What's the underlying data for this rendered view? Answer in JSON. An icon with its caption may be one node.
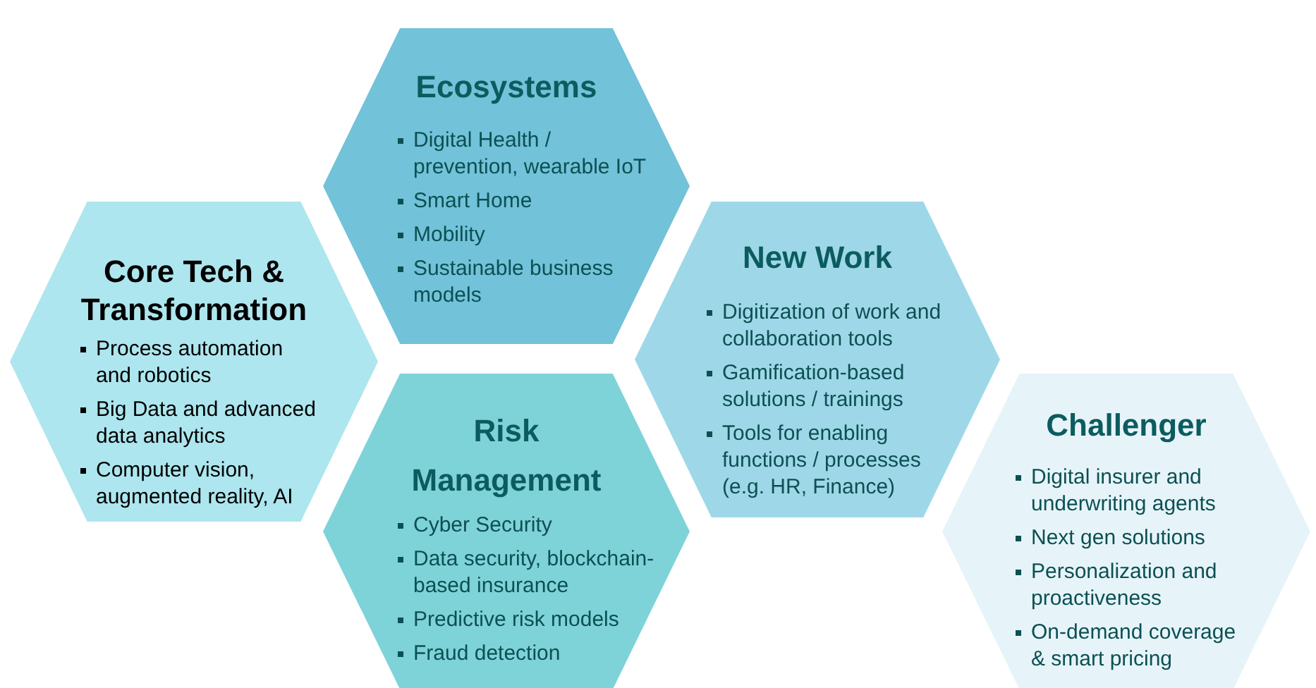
{
  "diagram": {
    "nodes": [
      {
        "text": [
          "Ecosystems",
          "Digital Health / prevention, wearable IoT",
          "Smart Home",
          "Mobility",
          "Sustainable business models"
        ]
      },
      {
        "text": [
          "Core Tech & Transformation",
          "Process automation and robotics",
          "Big Data and advanced data analytics",
          "Computer vision, augmented reality, AI"
        ]
      },
      {
        "text": [
          "New Work",
          "Digitization of work and collaboration tools",
          "Gamification-based solutions / trainings",
          "Tools for enabling functions / processes (e.g. HR, Finance)"
        ]
      },
      {
        "text": [
          "Risk Management",
          "Cyber Security",
          "Data security, blockchain-based insurance",
          "Predictive risk models",
          "Fraud detection"
        ]
      },
      {
        "text": [
          "Challenger",
          "Digital insurer and underwriting agents",
          "Next gen solutions",
          "Personalization and proactiveness",
          "On-demand coverage & smart pricing"
        ]
      }
    ]
  }
}
